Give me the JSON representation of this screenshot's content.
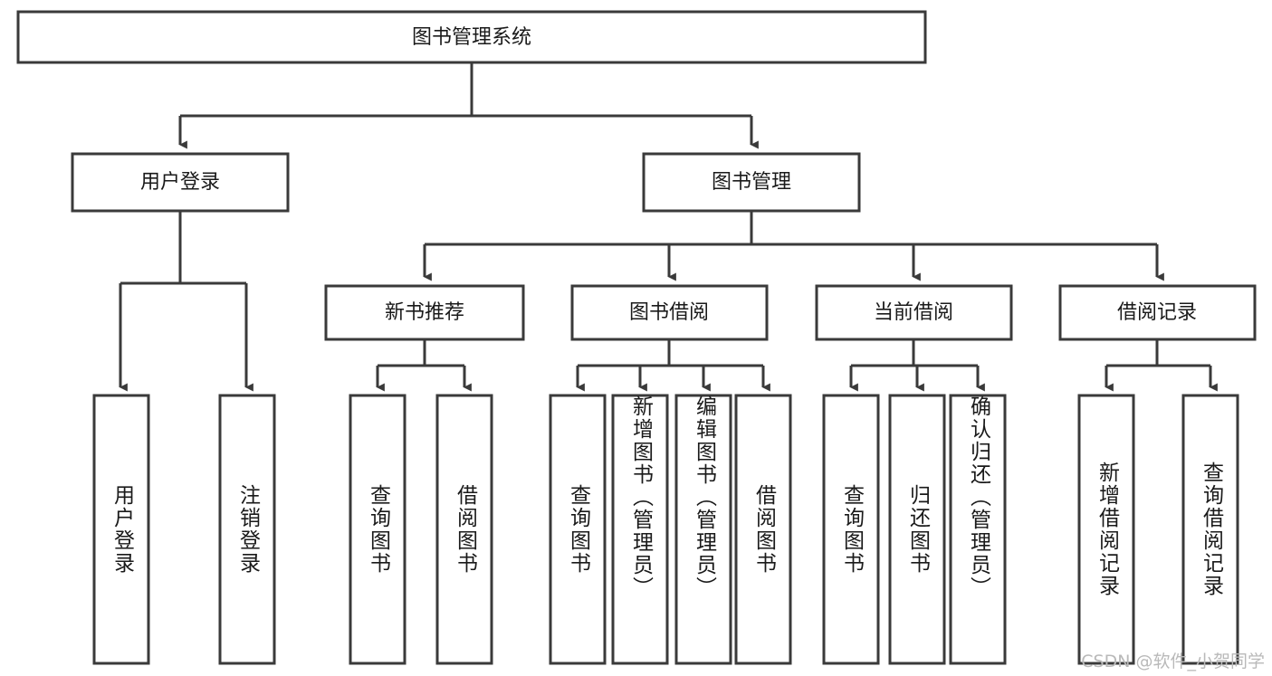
{
  "diagram": {
    "title_node": {
      "id": "root",
      "label": "图书管理系统"
    },
    "level2": [
      {
        "id": "user-login",
        "label": "用户登录"
      },
      {
        "id": "book-manage",
        "label": "图书管理"
      }
    ],
    "level3": [
      {
        "id": "new-book-rec",
        "label": "新书推荐"
      },
      {
        "id": "book-borrow",
        "label": "图书借阅"
      },
      {
        "id": "current-borrow",
        "label": "当前借阅"
      },
      {
        "id": "borrow-record",
        "label": "借阅记录"
      }
    ],
    "leaves": [
      {
        "id": "leaf-user-login",
        "label": "用户登录",
        "parent": "user-login"
      },
      {
        "id": "leaf-logout",
        "label": "注销登录",
        "parent": "user-login"
      },
      {
        "id": "leaf-query-book-1",
        "label": "查询图书",
        "parent": "new-book-rec"
      },
      {
        "id": "leaf-borrow-book-1",
        "label": "借阅图书",
        "parent": "new-book-rec"
      },
      {
        "id": "leaf-query-book-2",
        "label": "查询图书",
        "parent": "book-borrow"
      },
      {
        "id": "leaf-add-book",
        "label": "新增图书（管理员）",
        "parent": "book-borrow"
      },
      {
        "id": "leaf-edit-book",
        "label": "编辑图书（管理员）",
        "parent": "book-borrow"
      },
      {
        "id": "leaf-borrow-book-2",
        "label": "借阅图书",
        "parent": "book-borrow"
      },
      {
        "id": "leaf-query-book-3",
        "label": "查询图书",
        "parent": "current-borrow"
      },
      {
        "id": "leaf-return-book",
        "label": "归还图书",
        "parent": "current-borrow"
      },
      {
        "id": "leaf-confirm-return",
        "label": "确认归还（管理员）",
        "parent": "current-borrow"
      },
      {
        "id": "leaf-add-record",
        "label": "新增借阅记录",
        "parent": "borrow-record"
      },
      {
        "id": "leaf-query-record",
        "label": "查询借阅记录",
        "parent": "borrow-record"
      }
    ],
    "watermark": "CSDN @软件_小贺同学",
    "colors": {
      "stroke": "#3a3a3a",
      "fill": "#ffffff",
      "text": "#1a1a1a",
      "watermark": "#b9b9b9",
      "background": "#ffffff"
    }
  }
}
